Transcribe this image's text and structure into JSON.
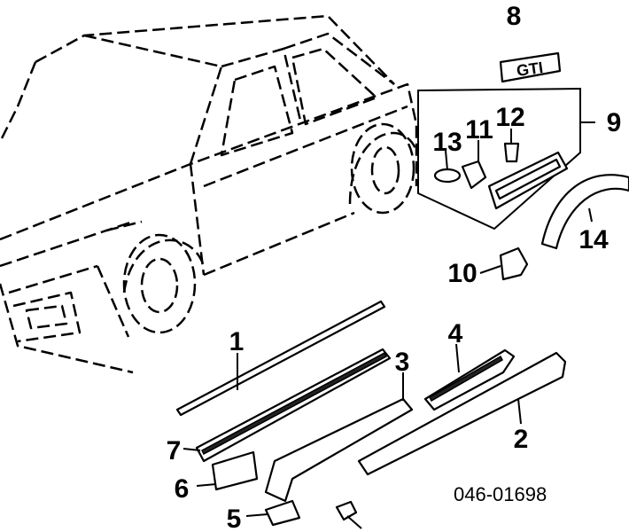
{
  "diagram": {
    "callouts": {
      "p1": "1",
      "p2": "2",
      "p3": "3",
      "p4": "4",
      "p5": "5",
      "p6": "6",
      "p7": "7",
      "p8": "8",
      "p9": "9",
      "p10": "10",
      "p11": "11",
      "p12": "12",
      "p13": "13",
      "p14": "14"
    },
    "badge_text": "GTI",
    "drawing_code": "046-01698"
  }
}
